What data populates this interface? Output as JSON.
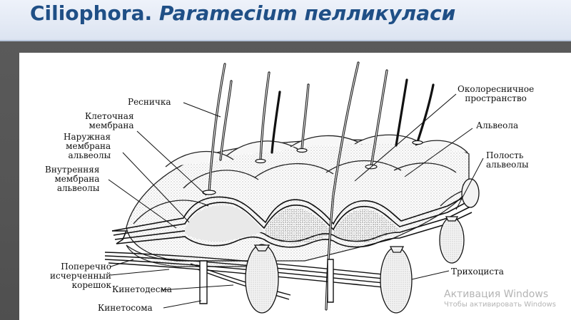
{
  "title": {
    "part1": "Ciliophora.",
    "part2": "Paramecium",
    "part3": "пелликуласи"
  },
  "labels": {
    "resnichka": "Ресничка",
    "kletochnaya_1": "Клеточная",
    "kletochnaya_2": "мембрана",
    "naruzhnaya_1": "Наружная",
    "naruzhnaya_2": "мембрана",
    "naruzhnaya_3": "альвеолы",
    "vnutrennyaya_1": "Внутренняя",
    "vnutrennyaya_2": "мембрана",
    "vnutrennyaya_3": "альвеолы",
    "okoloresnichnoe_1": "Околоресничное",
    "okoloresnichnoe_2": "пространство",
    "alveola": "Альвеола",
    "polost_1": "Полость",
    "polost_2": "альвеолы",
    "poperechno_1": "Поперечно",
    "poperechno_2": "исчерченный",
    "poperechno_3": "корешок",
    "kinetodesma": "Кинетодесма",
    "kinetosoma": "Кинетосома",
    "trikhotsista": "Трихоциста"
  },
  "watermark": {
    "line1": "Активация Windows",
    "line2": "Чтобы активировать Windows"
  },
  "colors": {
    "title": "#1f4f86",
    "title_bar": "#e6ecf6",
    "slide_bg": "#555555",
    "ink": "#111111"
  }
}
